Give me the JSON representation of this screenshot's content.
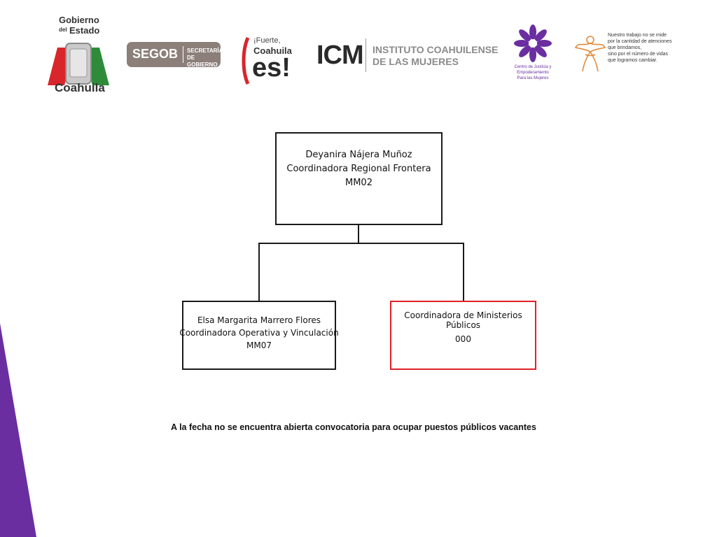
{
  "colors": {
    "accent_purple": "#6a2ea0",
    "segob_gray": "#8c7f7a",
    "red_border": "#e0202a",
    "orange": "#e08a3a",
    "icm_green": "#3a8a3a",
    "icm_red": "#d8262b"
  },
  "logos": {
    "coahuila": {
      "line1": "Gobierno",
      "line2": "del",
      "line3": "Estado",
      "line4": "Coahuila",
      "icon": "coahuila-shield-icon"
    },
    "segob": {
      "main": "SEGOB",
      "line1": "SECRETARÍA",
      "line2": "DE GOBIERNO"
    },
    "fuerte": {
      "line1": "¡Fuerte,",
      "line2": "Coahuila",
      "line3": "es!"
    },
    "icm": {
      "acronym": "ICM",
      "line1": "INSTITUTO COAHUILENSE",
      "line2": "DE LAS MUJERES"
    },
    "centro": {
      "line1": "Centro de Justicia y",
      "line2": "Empoderamiento",
      "line3": "Para las Mujeres",
      "icon": "purple-flower-icon"
    },
    "slogan": {
      "line1": "Nuestro trabajo no se mide",
      "line2": "por la cantidad de atenciones",
      "line3": "que brindamos,",
      "line4": "sino por el número de vidas",
      "line5": "que logramos cambiar.",
      "icon": "orange-figure-icon"
    }
  },
  "org": {
    "top": {
      "name": "Deyanira Nájera Muñoz",
      "title": "Coordinadora Regional Frontera",
      "code": "MM02"
    },
    "left": {
      "name": "Elsa Margarita Marrero Flores",
      "title": "Coordinadora Operativa y Vinculación",
      "code": "MM07"
    },
    "right": {
      "title_line1": "Coordinadora de Ministerios",
      "title_line2": "Públicos",
      "code": "000"
    }
  },
  "footnote": "A la fecha no se encuentra abierta convocatoria para ocupar puestos públicos vacantes"
}
